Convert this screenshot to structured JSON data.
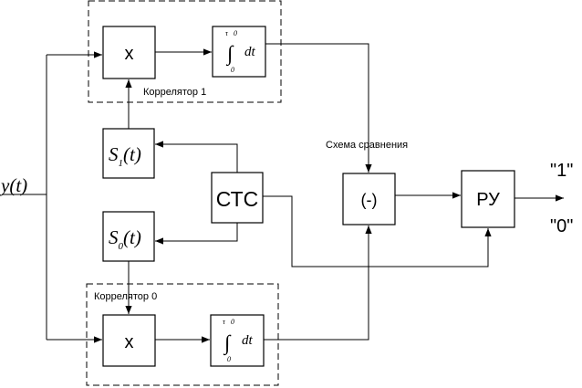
{
  "input_label": "y(t)",
  "correlator1": {
    "label": "Коррелятор 1"
  },
  "correlator0": {
    "label": "Коррелятор 0"
  },
  "multiplier_symbol": "x",
  "integrator": {
    "upper": "τ",
    "upper_value": "0",
    "lower": "0",
    "differential": "dt"
  },
  "signal1": {
    "s": "S",
    "sub": "1",
    "arg": "(t)"
  },
  "signal0": {
    "s": "S",
    "sub": "0",
    "arg": "(t)"
  },
  "sync_block": "СТС",
  "comparator": {
    "title": "Схема сравнения",
    "symbol": "(-)"
  },
  "decision_block": "РУ",
  "outputs": {
    "one": "\"1\"",
    "zero": "\"0\""
  }
}
